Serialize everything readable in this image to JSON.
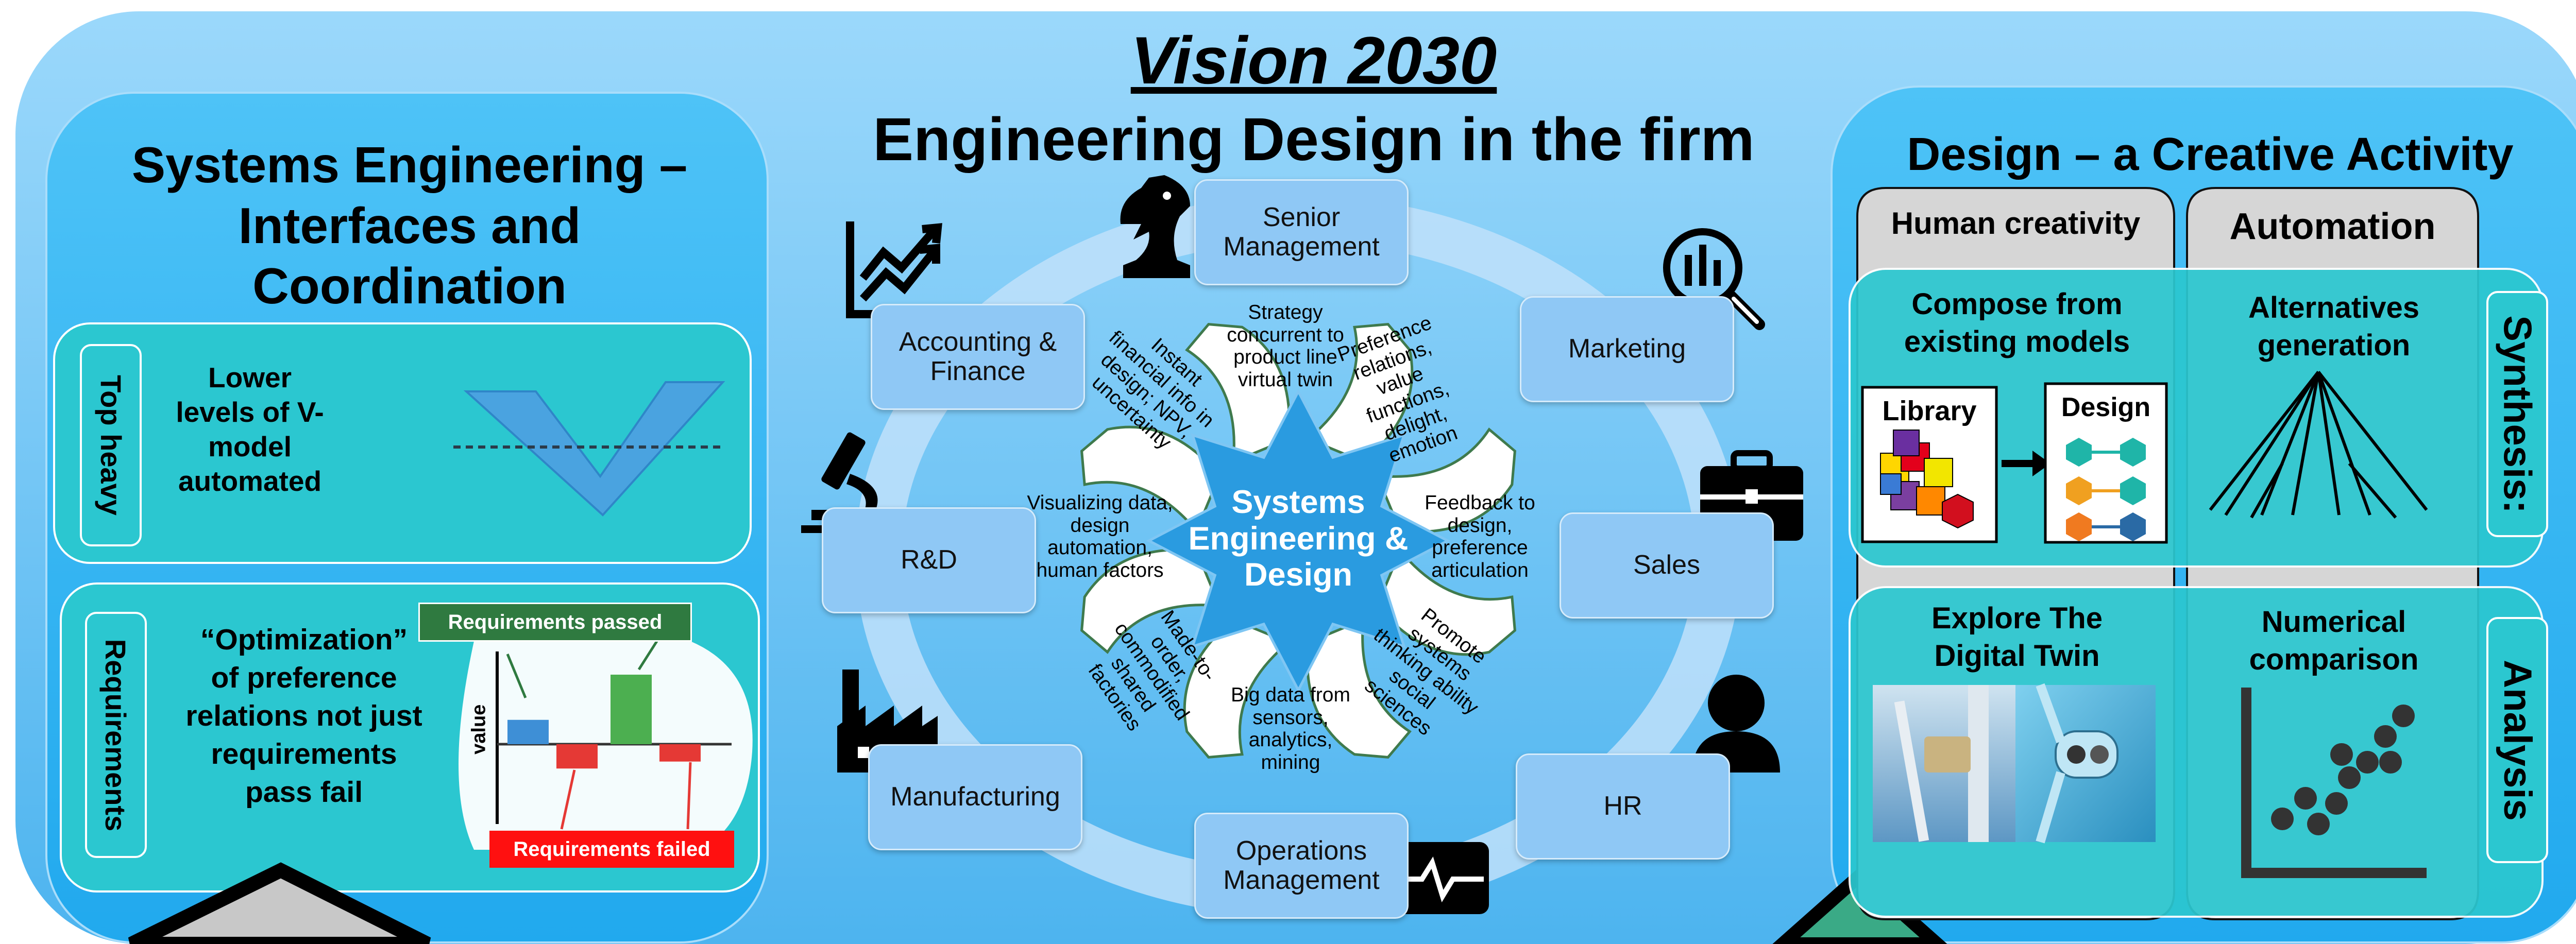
{
  "header": {
    "title": "Vision 2030",
    "subtitle": "Engineering Design in the firm"
  },
  "left_panel": {
    "title": "Systems Engineering – Interfaces and Coordination",
    "top_heavy": {
      "label": "Top heavy",
      "text": "Lower levels of V-model automated"
    },
    "requirements": {
      "label": "Requirements",
      "text": "“Optimization” of preference relations not just requirements pass fail",
      "chart_data": {
        "type": "bar",
        "ylabel": "value",
        "values": [
          0.35,
          -0.35,
          1.0,
          -0.25
        ],
        "annotations": [
          "Requirements passed",
          "Requirements failed"
        ],
        "colors": [
          "#3e8fd6",
          "#e53935",
          "#4caf50",
          "#e53935"
        ]
      }
    }
  },
  "center": {
    "hub": "Systems Engineering & Design",
    "departments": [
      {
        "name": "Senior Management",
        "icon": "chess-knight-icon"
      },
      {
        "name": "Marketing",
        "icon": "magnifier-bar-chart-icon"
      },
      {
        "name": "Sales",
        "icon": "briefcase-icon"
      },
      {
        "name": "HR",
        "icon": "person-icon"
      },
      {
        "name": "Operations Management",
        "icon": "heartbeat-monitor-icon"
      },
      {
        "name": "Manufacturing",
        "icon": "factory-icon"
      },
      {
        "name": "R&D",
        "icon": "microscope-icon"
      },
      {
        "name": "Accounting & Finance",
        "icon": "trend-chart-icon"
      }
    ],
    "arrows": [
      "Strategy concurrent to product line virtual twin",
      "Preference relations, value functions, delight, emotion",
      "Feedback to design, preference articulation",
      "Promote systems thinking ability social sciences",
      "Big data from sensors, analytics, mining",
      "Made-to-order, commodified shared factories",
      "Visualizing data, design automation, human factors",
      "Instant financial info in design; NPV, uncertainty"
    ]
  },
  "right_panel": {
    "title": "Design – a Creative Activity",
    "columns": [
      "Human creativity",
      "Automation"
    ],
    "rows": [
      "Synthesis:",
      "Analysis"
    ],
    "cells": {
      "compose": "Compose from existing models",
      "alternatives": "Alternatives generation",
      "explore": "Explore The Digital Twin",
      "numerical": "Numerical comparison"
    },
    "library_label": "Library",
    "design_label": "Design"
  },
  "colors": {
    "outer_panel": "#6ec6f6",
    "inner_panel": "#39b7f3",
    "cyan_box": "#2bc7d0",
    "ring": "#bfe0fa",
    "hub": "#2a9be0",
    "dept_box": "#8fc8f5",
    "green_tag": "#2f7a40",
    "red_tag": "#ff1010"
  }
}
